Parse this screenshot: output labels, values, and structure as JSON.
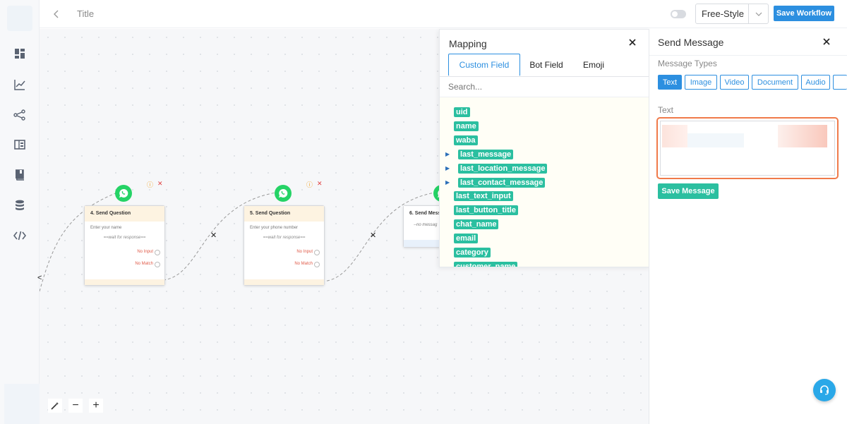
{
  "header": {
    "title": "Title",
    "style_select": "Free-Style",
    "save_workflow": "Save Workflow"
  },
  "sidebar": {
    "items": [
      "dashboard-icon",
      "chart-line-icon",
      "share-nodes-icon",
      "panel-icon",
      "book-icon",
      "database-icon",
      "code-icon"
    ]
  },
  "canvas": {
    "nodes": [
      {
        "title": "4. Send Question",
        "prompt": "Enter your name",
        "wait": "==wait for response==",
        "no_input": "No Input",
        "no_match": "No Match"
      },
      {
        "title": "5. Send Question",
        "prompt": "Enter your phone number",
        "wait": "==wait for response==",
        "no_input": "No Input",
        "no_match": "No Match"
      },
      {
        "title": "6. Send Messa",
        "prompt": "--no messag"
      }
    ],
    "zoom_out": "−",
    "zoom_in": "+"
  },
  "mapping": {
    "title": "Mapping",
    "tabs": [
      "Custom Field",
      "Bot Field",
      "Emoji"
    ],
    "active_tab": "Custom Field",
    "search_placeholder": "Search...",
    "fields": [
      "uid",
      "name",
      "waba",
      "last_message",
      "last_location_message",
      "last_contact_message",
      "last_text_input",
      "last_button_title",
      "chat_name",
      "email",
      "category",
      "customer_name"
    ]
  },
  "send_message": {
    "title": "Send Message",
    "types_label": "Message Types",
    "types": [
      "Text",
      "Image",
      "Video",
      "Document",
      "Audio"
    ],
    "active_type": "Text",
    "text_label": "Text",
    "save_label": "Save Message"
  },
  "colors": {
    "primary": "#2c8fe0",
    "teal": "#2bbfa0",
    "highlight": "#f07a4a",
    "whatsapp": "#25d366"
  }
}
